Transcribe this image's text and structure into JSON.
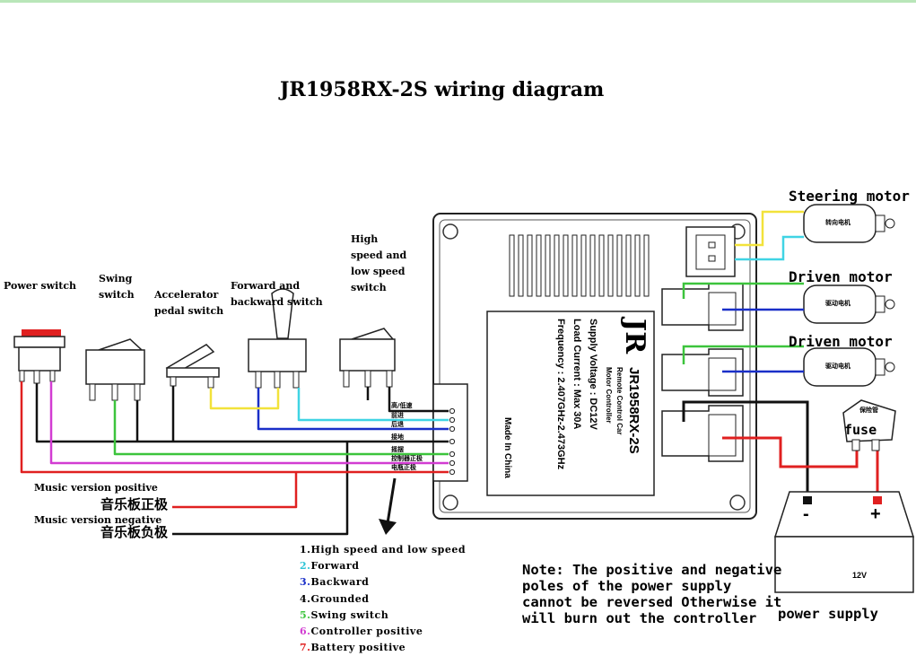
{
  "title": "JR1958RX-2S wiring diagram",
  "components": {
    "power_switch": "Power switch",
    "swing_switch": [
      "Swing",
      "switch"
    ],
    "accelerator": [
      "Accelerator",
      "pedal switch"
    ],
    "forward_backward": [
      "Forward and",
      "backward switch"
    ],
    "high_low": [
      "High",
      "speed and",
      "low speed",
      "switch"
    ]
  },
  "motors": {
    "steering": "Steering motor",
    "driven_1": "Driven motor",
    "driven_2": "Driven motor",
    "steering_cn": "转向电机",
    "driven_cn": "驱动电机"
  },
  "controller_label": {
    "logo": "JR",
    "model": "JR1958RX-2S",
    "sub1": "Remote Control Car",
    "sub2": "Motor Controller",
    "supply": "Supply Voltage : DC12V",
    "load": "Load Current : Max 30A",
    "freq": "Frequency : 2.407GHz-2.473GHz",
    "made": "Made In China"
  },
  "terminal_labels": [
    "高/低速",
    "前进",
    "后退",
    "接地",
    "摇摆",
    "控制器正极",
    "电瓶正极"
  ],
  "music": {
    "positive_en": "Music version positive",
    "positive_cn": "音乐板正极",
    "negative_en": "Music version negative",
    "negative_cn": "音乐板负极"
  },
  "legend": [
    {
      "num": "1.",
      "text": "High speed and low speed",
      "color": "#000000"
    },
    {
      "num": "2.",
      "text": "Forward",
      "color": "#2ec4d6"
    },
    {
      "num": "3.",
      "text": "Backward",
      "color": "#1a2fc8"
    },
    {
      "num": "4.",
      "text": "Grounded",
      "color": "#000000"
    },
    {
      "num": "5.",
      "text": "Swing switch",
      "color": "#3cc43c"
    },
    {
      "num": "6.",
      "text": "Controller positive",
      "color": "#d23cd2"
    },
    {
      "num": "7.",
      "text": "Battery positive",
      "color": "#e02020"
    }
  ],
  "note": "Note: The positive and negative poles of the power supply cannot be reversed Otherwise it will burn out the controller",
  "battery": {
    "label": "power supply",
    "voltage": "12V",
    "minus": "-",
    "plus": "+"
  },
  "fuse": {
    "label": "fuse",
    "cn": "保险管"
  },
  "wire_colors": {
    "black": "#111111",
    "red": "#e02020",
    "green": "#3cc43c",
    "magenta": "#d23cd2",
    "yellow": "#f2e23a",
    "cyan": "#40d4e4",
    "blue": "#1a2fc8"
  }
}
